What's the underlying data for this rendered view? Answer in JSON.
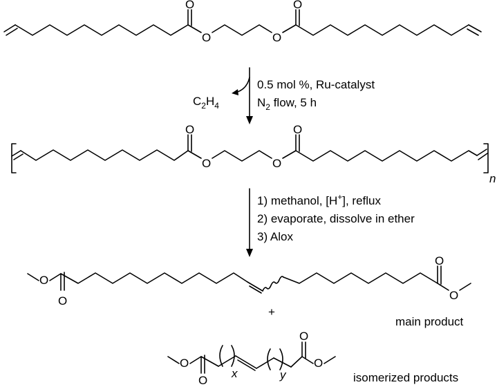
{
  "atoms": {
    "oxygen": "O",
    "monomer_carbonyl_left": "O",
    "monomer_ester_left": "O",
    "monomer_ester_right": "O",
    "monomer_carbonyl_right": "O"
  },
  "step1": {
    "catalyst": "0.5 mol %, Ru-catalyst",
    "n2_prefix": "N",
    "n2_sub": "2",
    "n2_rest": " flow, 5 h",
    "byproduct_c": "C",
    "byproduct_c_sub": "2",
    "byproduct_h": "H",
    "byproduct_h_sub": "4"
  },
  "polymer": {
    "repeat_index": "n"
  },
  "step2": {
    "line1_pre": "1) methanol, [H",
    "line1_sup": "+",
    "line1_post": "], reflux",
    "line2": "2) evaporate, dissolve in ether",
    "line3": "3) Alox"
  },
  "products": {
    "plus": "+",
    "main_label": "main product",
    "iso_label": "isomerized products",
    "index_x": "x",
    "index_y": "y"
  },
  "colors": {
    "ink": "#000000",
    "background": "#ffffff"
  }
}
